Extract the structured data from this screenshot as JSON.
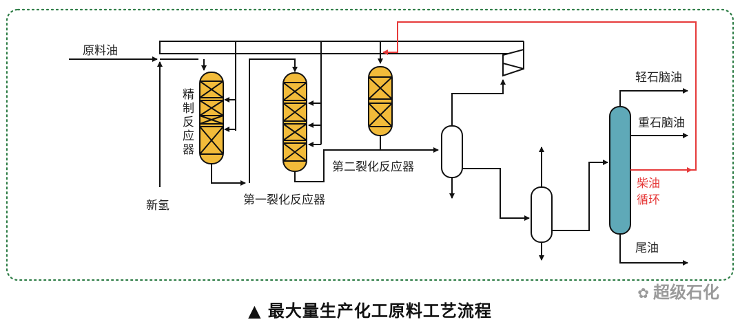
{
  "labels": {
    "feed_oil": "原料油",
    "hydrogen": "新氢",
    "refining_reactor": [
      "精",
      "制",
      "反",
      "应",
      "器"
    ],
    "first_cracking_reactor": "第一裂化反应器",
    "second_cracking_reactor": "第二裂化反应器",
    "light_naphtha": "轻石脑油",
    "heavy_naphtha": "重石脑油",
    "diesel_recycle_1": "柴油",
    "diesel_recycle_2": "循环",
    "tail_oil": "尾油"
  },
  "caption": {
    "marker": "▲",
    "text": "最大量生产化工原料工艺流程"
  },
  "watermark": {
    "icon": "wechat-icon",
    "text": "超级石化"
  },
  "colors": {
    "reactor_fill": "#f2bb3a",
    "column_fill": "#5fa9b8",
    "recycle_line": "#e63a3a",
    "border": "#2e7d46"
  }
}
